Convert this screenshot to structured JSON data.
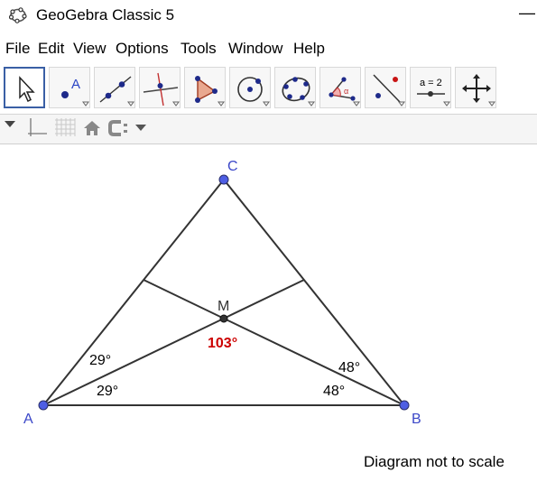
{
  "window": {
    "title": "GeoGebra Classic 5",
    "minimize_glyph": "—"
  },
  "menu": [
    "File",
    "Edit",
    "View",
    "Options",
    "Tools",
    "Window",
    "Help"
  ],
  "toolbar": {
    "tools": [
      {
        "name": "move-tool",
        "icon": "arrow-pointer-icon"
      },
      {
        "name": "point-tool",
        "icon": "point-icon"
      },
      {
        "name": "line-tool",
        "icon": "line-through-points-icon"
      },
      {
        "name": "perpendicular-line-tool",
        "icon": "perpendicular-line-icon"
      },
      {
        "name": "polygon-tool",
        "icon": "polygon-icon"
      },
      {
        "name": "circle-tool",
        "icon": "circle-center-point-icon"
      },
      {
        "name": "conic-tool",
        "icon": "conic-five-points-icon"
      },
      {
        "name": "angle-tool",
        "icon": "angle-icon"
      },
      {
        "name": "reflect-tool",
        "icon": "reflect-about-line-icon"
      },
      {
        "name": "slider-tool",
        "icon": "slider-icon",
        "label": "a = 2"
      },
      {
        "name": "move-graphics-tool",
        "icon": "move-graphics-icon"
      }
    ]
  },
  "stylebar": {
    "icons": [
      "toggle-stylebar-icon",
      "axes-icon",
      "grid-icon",
      "home-icon",
      "point-capture-icon",
      "dropdown-arrow-icon"
    ]
  },
  "figure": {
    "points": {
      "A": "A",
      "B": "B",
      "C": "C",
      "M": "M"
    },
    "angles": {
      "A_upper": "29°",
      "A_lower": "29°",
      "B_upper": "48°",
      "B_lower": "48°",
      "M": "103°"
    },
    "colors": {
      "point": "#4e5ee3",
      "label": "#3b47c8",
      "angle_M": "#cc0000",
      "line": "#333333",
      "point_M": "#333333"
    }
  },
  "note": "Diagram not to scale"
}
